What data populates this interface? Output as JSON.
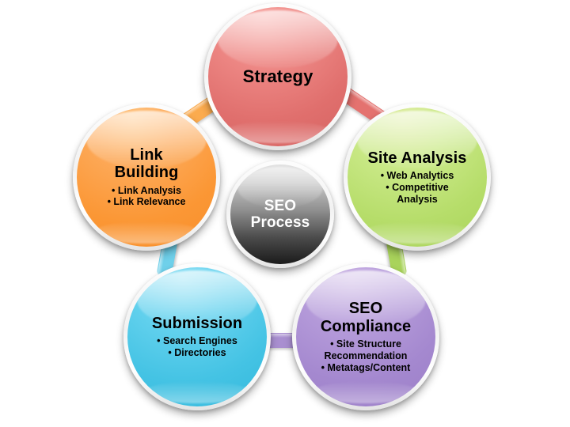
{
  "diagram": {
    "title": "SEO Process",
    "type": "cycle-diagram",
    "background": "#ffffff",
    "center": {
      "label_line1": "SEO",
      "label_line2": "Process",
      "color": "#4a4a4a",
      "text_color": "#ffffff"
    },
    "nodes": [
      {
        "id": "strategy",
        "title": "Strategy",
        "bullets": [],
        "color": "#e06f6d",
        "position": "top"
      },
      {
        "id": "site-analysis",
        "title": "Site Analysis",
        "bullets": [
          "• Web Analytics",
          "• Competitive",
          "Analysis"
        ],
        "color": "#b6dd6a",
        "position": "top-right"
      },
      {
        "id": "seo-compliance",
        "title_line1": "SEO",
        "title_line2": "Compliance",
        "bullets": [
          "• Site Structure",
          "Recommendation",
          "• Metatags/Content"
        ],
        "color": "#a488cf",
        "position": "bottom-right"
      },
      {
        "id": "submission",
        "title": "Submission",
        "bullets": [
          "• Search Engines",
          "• Directories"
        ],
        "color": "#44c3e4",
        "position": "bottom-left"
      },
      {
        "id": "link-building",
        "title_line1": "Link",
        "title_line2": "Building",
        "bullets": [
          "• Link Analysis",
          "• Link Relevance"
        ],
        "color": "#fb9735",
        "position": "top-left"
      }
    ],
    "connectors": [
      {
        "id": "link-to-strategy",
        "from": "link-building",
        "to": "strategy",
        "color": "#fbab4e"
      },
      {
        "id": "strategy-to-site",
        "from": "strategy",
        "to": "site-analysis",
        "color": "#e4726f"
      },
      {
        "id": "site-to-compliance",
        "from": "site-analysis",
        "to": "seo-compliance",
        "color": "#a9d35b"
      },
      {
        "id": "compliance-to-submission",
        "from": "seo-compliance",
        "to": "submission",
        "color": "#a98fd0"
      },
      {
        "id": "submission-to-link",
        "from": "submission",
        "to": "link-building",
        "color": "#6fd0ea"
      }
    ]
  }
}
